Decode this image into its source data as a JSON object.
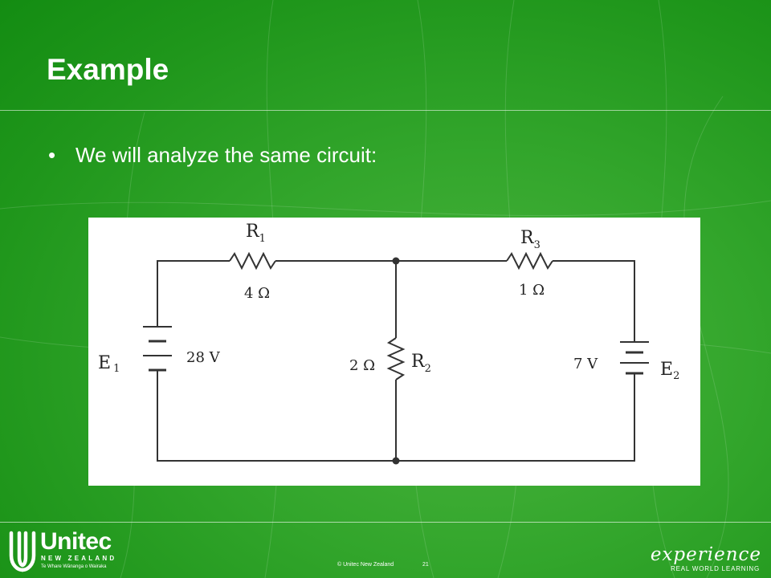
{
  "slide": {
    "title": "Example",
    "bullet": "We will analyze the same circuit:"
  },
  "circuit": {
    "r1": {
      "name": "R",
      "sub": "1",
      "value": "4 Ω"
    },
    "r2": {
      "name": "R",
      "sub": "2",
      "value": "2 Ω"
    },
    "r3": {
      "name": "R",
      "sub": "3",
      "value": "1 Ω"
    },
    "e1": {
      "name": "E",
      "sub": "1",
      "value": "28 V"
    },
    "e2": {
      "name": "E",
      "sub": "2",
      "value": "7 V"
    }
  },
  "footer": {
    "logo_name": "Unitec",
    "logo_sub": "NEW ZEALAND",
    "logo_maori": "Te Whare Wānanga o Wairaka",
    "copyright": "© Unitec New Zealand",
    "slide_number": "21",
    "brand_word": "experience",
    "brand_tagline": "REAL WORLD LEARNING"
  },
  "colors": {
    "background": "#2a9f24",
    "text": "#ffffff",
    "panel": "#ffffff",
    "wire": "#333333"
  }
}
